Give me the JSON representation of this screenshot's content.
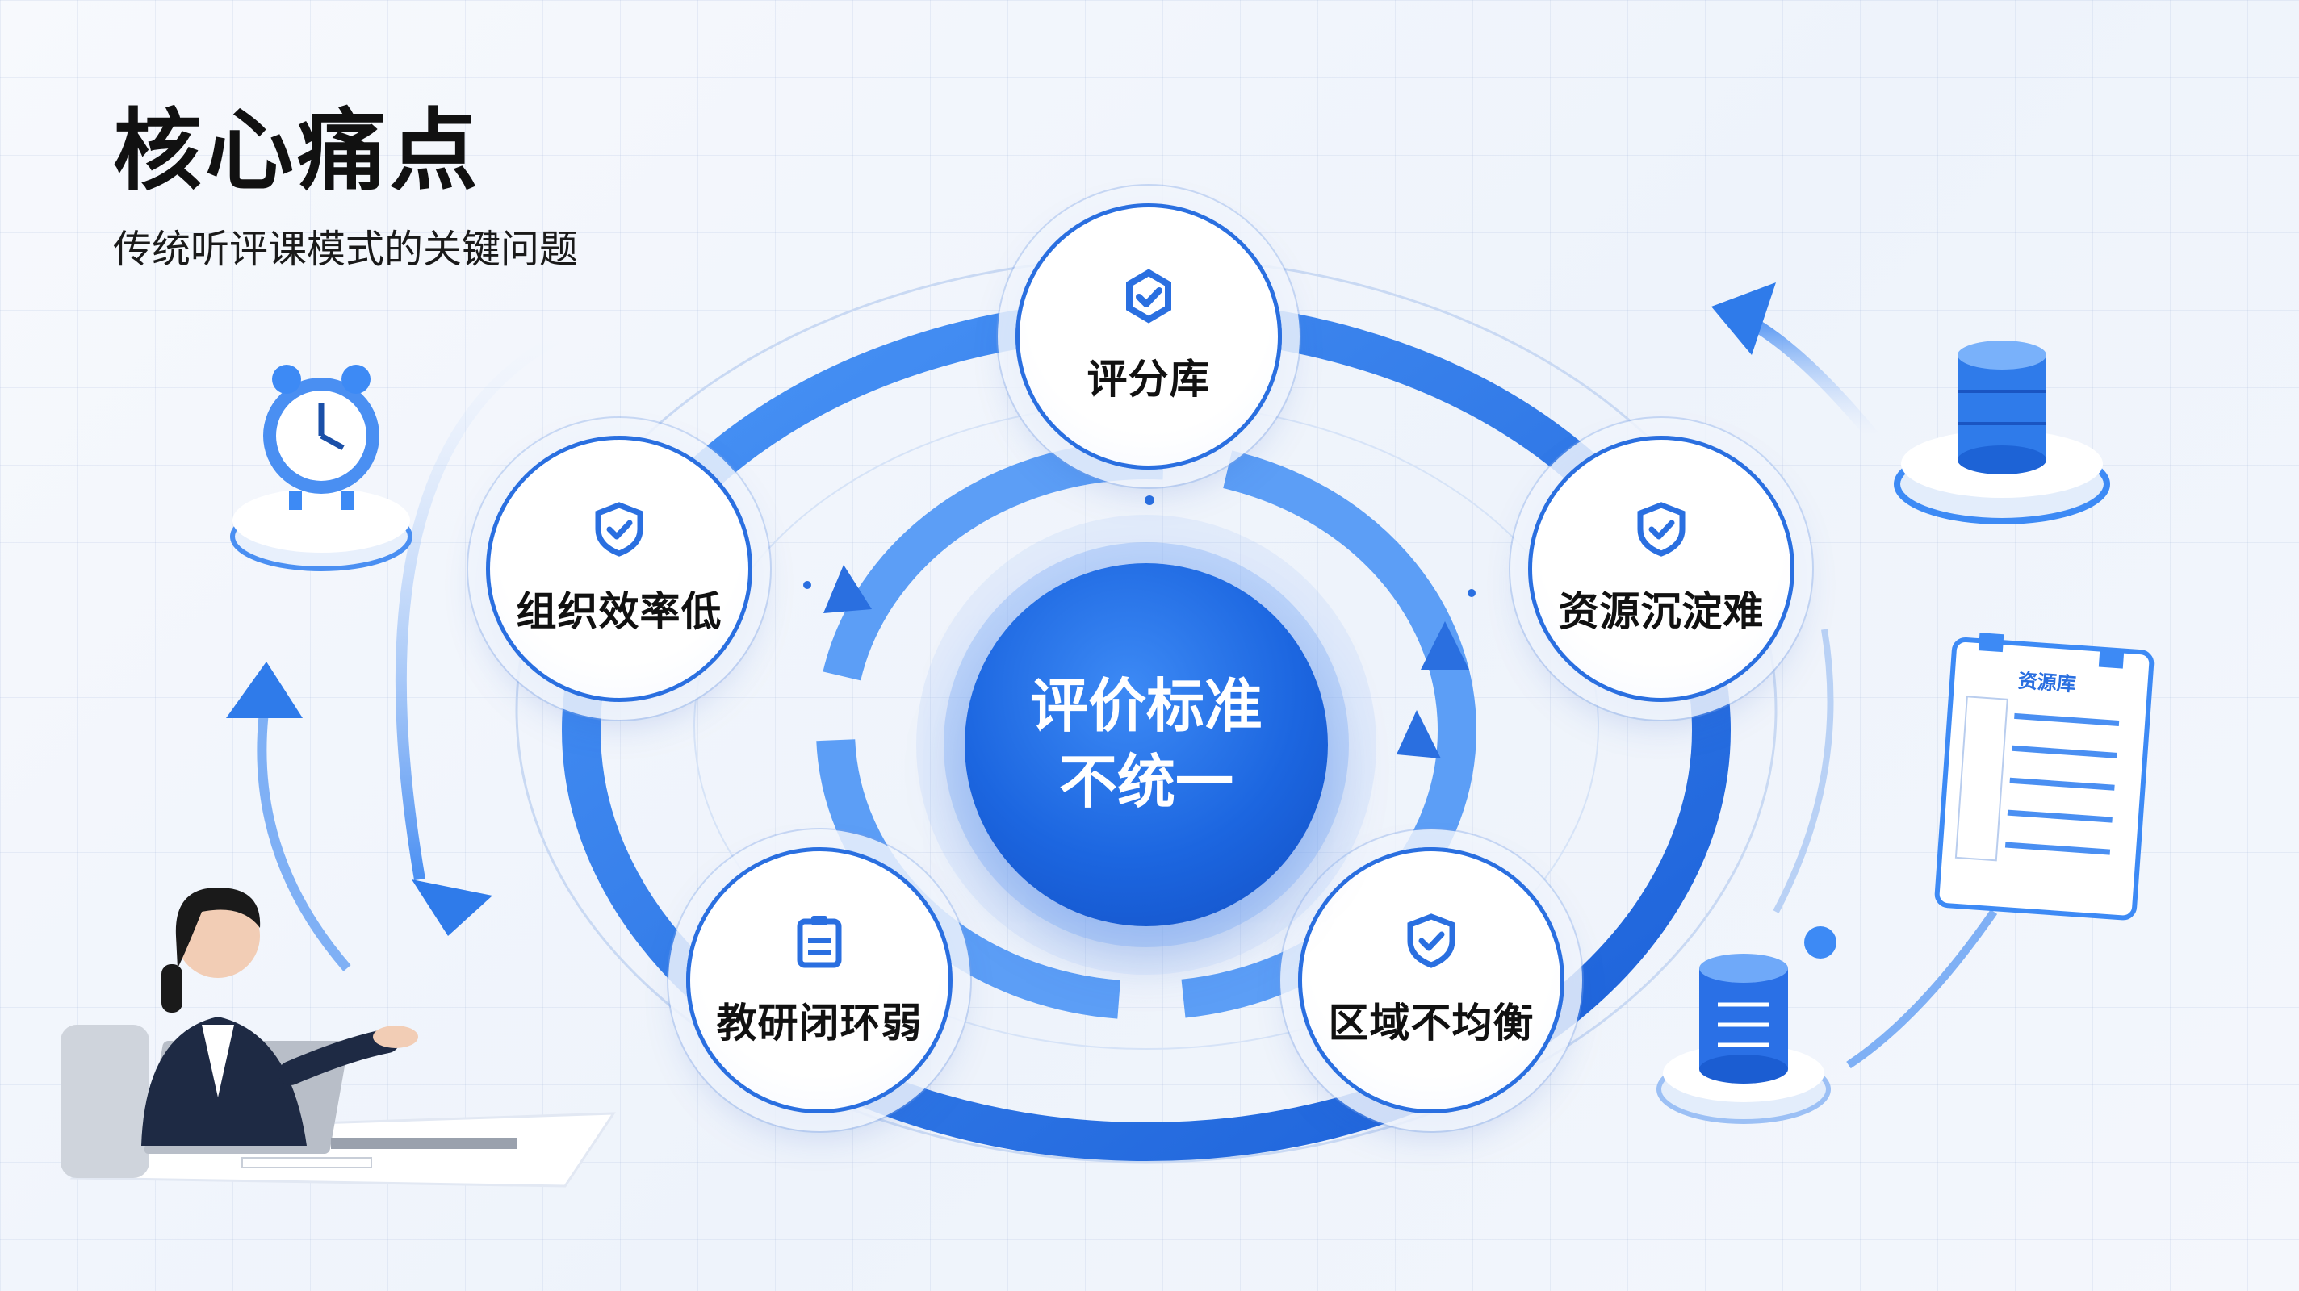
{
  "header": {
    "title": "核心痛点",
    "subtitle": "传统听评课模式的关键问题"
  },
  "diagram": {
    "center_label": "评价标准不统一",
    "nodes": [
      {
        "id": "top",
        "label": "评分库",
        "icon": "gear-check-icon"
      },
      {
        "id": "left",
        "label": "组织效率低",
        "icon": "shield-check-icon"
      },
      {
        "id": "right",
        "label": "资源沉淀难",
        "icon": "shield-check-icon"
      },
      {
        "id": "bottom-left",
        "label": "教研闭环弱",
        "icon": "clipboard-icon"
      },
      {
        "id": "bottom-right",
        "label": "区域不均衡",
        "icon": "shield-check-icon"
      }
    ]
  },
  "side_items": {
    "clipboard_title": "资源库"
  },
  "colors": {
    "primary": "#1c66e0",
    "accent": "#3d8af5",
    "light": "#cfe0fb"
  }
}
